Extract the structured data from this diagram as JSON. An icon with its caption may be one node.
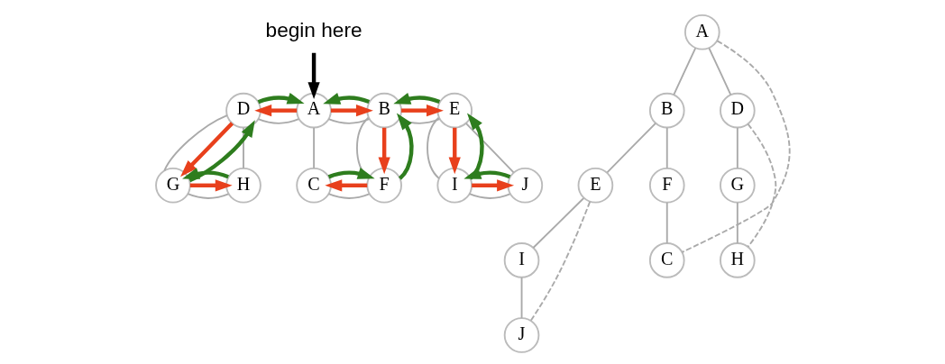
{
  "diagram": {
    "nodes": [
      {
        "text": [
          "begin here"
        ]
      },
      {
        "text": [
          "D"
        ]
      },
      {
        "text": [
          "A"
        ]
      },
      {
        "text": [
          "B"
        ]
      },
      {
        "text": [
          "E"
        ]
      },
      {
        "text": [
          "G"
        ]
      },
      {
        "text": [
          "H"
        ]
      },
      {
        "text": [
          "C"
        ]
      },
      {
        "text": [
          "F"
        ]
      },
      {
        "text": [
          "I"
        ]
      },
      {
        "text": [
          "J"
        ]
      },
      {
        "text": [
          "A"
        ]
      },
      {
        "text": [
          "B"
        ]
      },
      {
        "text": [
          "D"
        ]
      },
      {
        "text": [
          "E"
        ]
      },
      {
        "text": [
          "F"
        ]
      },
      {
        "text": [
          "G"
        ]
      },
      {
        "text": [
          "I"
        ]
      },
      {
        "text": [
          "C"
        ]
      },
      {
        "text": [
          "H"
        ]
      },
      {
        "text": [
          "J"
        ]
      }
    ],
    "edges": [
      {
        "from": 0,
        "to": 2,
        "arrow": "to",
        "color": "#000000",
        "style": "thick"
      },
      {
        "from": 1,
        "to": 2,
        "arrow": "none"
      },
      {
        "from": 2,
        "to": 3,
        "arrow": "none"
      },
      {
        "from": 3,
        "to": 4,
        "arrow": "none"
      },
      {
        "from": 1,
        "to": 5,
        "arrow": "none"
      },
      {
        "from": 1,
        "to": 6,
        "arrow": "none"
      },
      {
        "from": 5,
        "to": 6,
        "arrow": "none"
      },
      {
        "from": 2,
        "to": 7,
        "arrow": "none"
      },
      {
        "from": 7,
        "to": 8,
        "arrow": "none"
      },
      {
        "from": 3,
        "to": 8,
        "arrow": "none"
      },
      {
        "from": 4,
        "to": 9,
        "arrow": "none"
      },
      {
        "from": 4,
        "to": 10,
        "arrow": "none"
      },
      {
        "from": 9,
        "to": 10,
        "arrow": "none"
      },
      {
        "from": 2,
        "to": 3,
        "arrow": "to",
        "color": "#e8401c",
        "style": "thick"
      },
      {
        "from": 3,
        "to": 4,
        "arrow": "to",
        "color": "#e8401c",
        "style": "thick"
      },
      {
        "from": 4,
        "to": 9,
        "arrow": "to",
        "color": "#e8401c",
        "style": "thick"
      },
      {
        "from": 9,
        "to": 10,
        "arrow": "to",
        "color": "#e8401c",
        "style": "thick"
      },
      {
        "from": 10,
        "to": 9,
        "arrow": "to",
        "color": "#2e7d1e",
        "style": "thick"
      },
      {
        "from": 9,
        "to": 4,
        "arrow": "to",
        "color": "#2e7d1e",
        "style": "thick"
      },
      {
        "from": 4,
        "to": 3,
        "arrow": "to",
        "color": "#2e7d1e",
        "style": "thick"
      },
      {
        "from": 3,
        "to": 8,
        "arrow": "to",
        "color": "#e8401c",
        "style": "thick"
      },
      {
        "from": 8,
        "to": 7,
        "arrow": "to",
        "color": "#e8401c",
        "style": "thick"
      },
      {
        "from": 7,
        "to": 8,
        "arrow": "to",
        "color": "#2e7d1e",
        "style": "thick"
      },
      {
        "from": 8,
        "to": 3,
        "arrow": "to",
        "color": "#2e7d1e",
        "style": "thick"
      },
      {
        "from": 3,
        "to": 2,
        "arrow": "to",
        "color": "#2e7d1e",
        "style": "thick"
      },
      {
        "from": 2,
        "to": 1,
        "arrow": "to",
        "color": "#e8401c",
        "style": "thick"
      },
      {
        "from": 1,
        "to": 5,
        "arrow": "to",
        "color": "#e8401c",
        "style": "thick"
      },
      {
        "from": 5,
        "to": 6,
        "arrow": "to",
        "color": "#e8401c",
        "style": "thick"
      },
      {
        "from": 6,
        "to": 5,
        "arrow": "to",
        "color": "#2e7d1e",
        "style": "thick"
      },
      {
        "from": 5,
        "to": 1,
        "arrow": "to",
        "color": "#2e7d1e",
        "style": "thick"
      },
      {
        "from": 1,
        "to": 2,
        "arrow": "to",
        "color": "#2e7d1e",
        "style": "thick"
      },
      {
        "from": 11,
        "to": 12,
        "arrow": "none"
      },
      {
        "from": 11,
        "to": 13,
        "arrow": "none"
      },
      {
        "from": 12,
        "to": 14,
        "arrow": "none"
      },
      {
        "from": 12,
        "to": 15,
        "arrow": "none"
      },
      {
        "from": 13,
        "to": 16,
        "arrow": "none"
      },
      {
        "from": 14,
        "to": 17,
        "arrow": "none"
      },
      {
        "from": 15,
        "to": 18,
        "arrow": "none"
      },
      {
        "from": 16,
        "to": 19,
        "arrow": "none"
      },
      {
        "from": 17,
        "to": 20,
        "arrow": "none"
      },
      {
        "from": 11,
        "to": 18,
        "arrow": "none",
        "style": "dashed"
      },
      {
        "from": 13,
        "to": 19,
        "arrow": "none",
        "style": "dashed"
      },
      {
        "from": 14,
        "to": 20,
        "arrow": "none",
        "style": "dashed"
      }
    ]
  }
}
